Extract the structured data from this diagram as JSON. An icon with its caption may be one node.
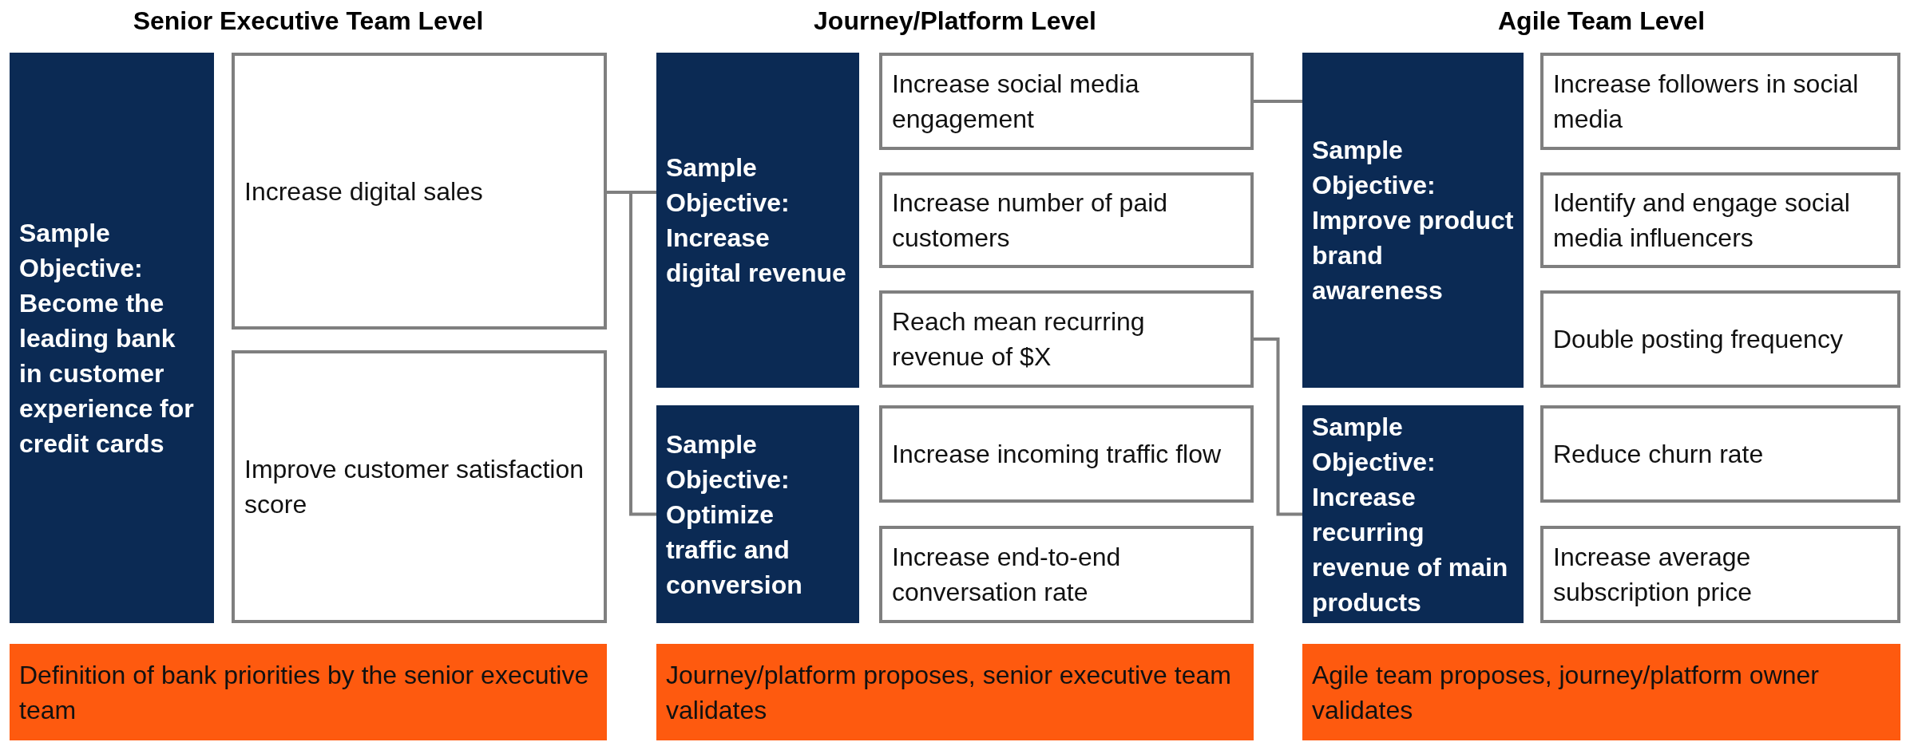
{
  "diagram": {
    "nodes": [
      {
        "text": [
          "Sample Objective: Become the leading bank in customer experience for credit cards"
        ]
      },
      {
        "text": [
          "Increase digital sales"
        ]
      },
      {
        "text": [
          "Improve customer satisfaction score"
        ]
      },
      {
        "text": [
          "Sample Objective: Increase digital revenue"
        ]
      },
      {
        "text": [
          "Increase social media engagement"
        ]
      },
      {
        "text": [
          "Increase number of paid customers"
        ]
      },
      {
        "text": [
          "Reach mean recurring revenue of $X"
        ]
      },
      {
        "text": [
          "Sample Objective: Optimize traffic and conversion"
        ]
      },
      {
        "text": [
          "Increase incoming traffic flow"
        ]
      },
      {
        "text": [
          "Increase end-to-end conversation rate"
        ]
      },
      {
        "text": [
          "Sample Objective: Improve product brand awareness"
        ]
      },
      {
        "text": [
          "Increase followers in social media"
        ]
      },
      {
        "text": [
          "Identify and engage social media influencers"
        ]
      },
      {
        "text": [
          "Double posting frequency"
        ]
      },
      {
        "text": [
          "Sample Objective: Increase recurring revenue of main products"
        ]
      },
      {
        "text": [
          "Reduce churn rate"
        ]
      },
      {
        "text": [
          "Increase average subscription price"
        ]
      },
      {
        "text": [
          "Definition of bank priorities by the senior executive team"
        ]
      },
      {
        "text": [
          "Journey/platform proposes, senior executive team validates"
        ]
      },
      {
        "text": [
          "Agile team proposes, journey/platform owner validates"
        ]
      }
    ],
    "edges": [
      {
        "from": 1,
        "to": 3,
        "arrow": "none"
      },
      {
        "from": 1,
        "to": 7,
        "arrow": "none"
      },
      {
        "from": 4,
        "to": 10,
        "arrow": "none"
      },
      {
        "from": 6,
        "to": 14,
        "arrow": "none"
      }
    ],
    "labels": [
      "Senior Executive Team Level",
      "Journey/Platform Level",
      "Agile Team Level"
    ]
  }
}
